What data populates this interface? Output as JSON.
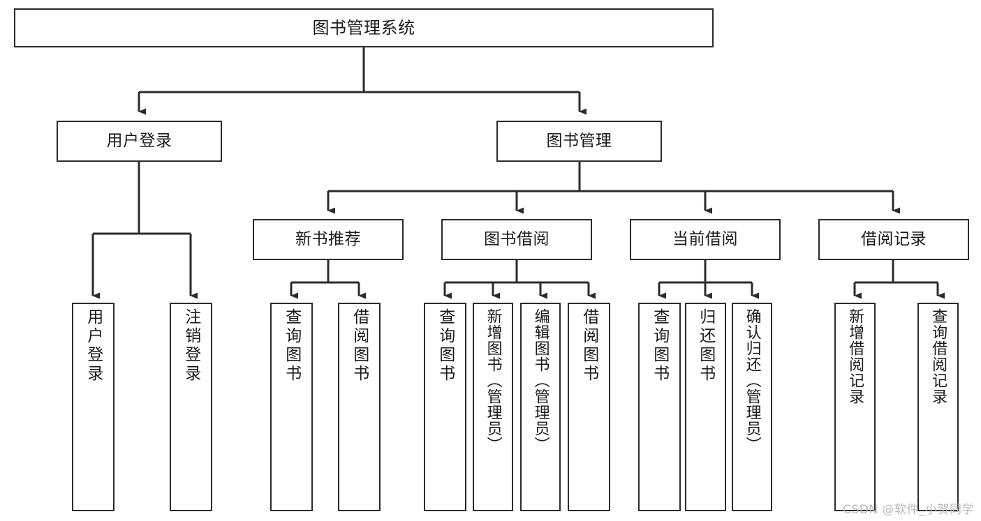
{
  "diagram": {
    "title": "图书管理系统",
    "type": "hierarchy-tree",
    "watermark": "CSDN @软件_小贺同学",
    "colors": {
      "stroke": "#2b2b2b",
      "fill": "#ffffff",
      "text": "#1a1a1a",
      "watermark": "#b9b9b9"
    },
    "levels": {
      "level1": [
        {
          "id": "root",
          "label": "图书管理系统"
        }
      ],
      "level2": [
        {
          "id": "user-login",
          "label": "用户登录"
        },
        {
          "id": "book-manage",
          "label": "图书管理"
        }
      ],
      "level3": [
        {
          "id": "new-book-rec",
          "label": "新书推荐"
        },
        {
          "id": "book-borrow",
          "label": "图书借阅"
        },
        {
          "id": "current-borrow",
          "label": "当前借阅"
        },
        {
          "id": "borrow-record",
          "label": "借阅记录"
        }
      ],
      "level4": [
        {
          "id": "leaf-user-login",
          "label": "用户登录",
          "parent": "user-login"
        },
        {
          "id": "leaf-logout",
          "label": "注销登录",
          "parent": "user-login"
        },
        {
          "id": "leaf-query-book-1",
          "label": "查询图书",
          "parent": "new-book-rec"
        },
        {
          "id": "leaf-borrow-book-1",
          "label": "借阅图书",
          "parent": "new-book-rec"
        },
        {
          "id": "leaf-query-book-2",
          "label": "查询图书",
          "parent": "book-borrow"
        },
        {
          "id": "leaf-add-book",
          "label": "新增图书（管理员）",
          "parent": "book-borrow"
        },
        {
          "id": "leaf-edit-book",
          "label": "编辑图书（管理员）",
          "parent": "book-borrow"
        },
        {
          "id": "leaf-borrow-book-2",
          "label": "借阅图书",
          "parent": "book-borrow"
        },
        {
          "id": "leaf-query-book-3",
          "label": "查询图书",
          "parent": "current-borrow"
        },
        {
          "id": "leaf-return-book",
          "label": "归还图书",
          "parent": "current-borrow"
        },
        {
          "id": "leaf-confirm-return",
          "label": "确认归还（管理员）",
          "parent": "current-borrow"
        },
        {
          "id": "leaf-add-record",
          "label": "新增借阅记录",
          "parent": "borrow-record"
        },
        {
          "id": "leaf-query-record",
          "label": "查询借阅记录",
          "parent": "borrow-record"
        }
      ]
    }
  }
}
